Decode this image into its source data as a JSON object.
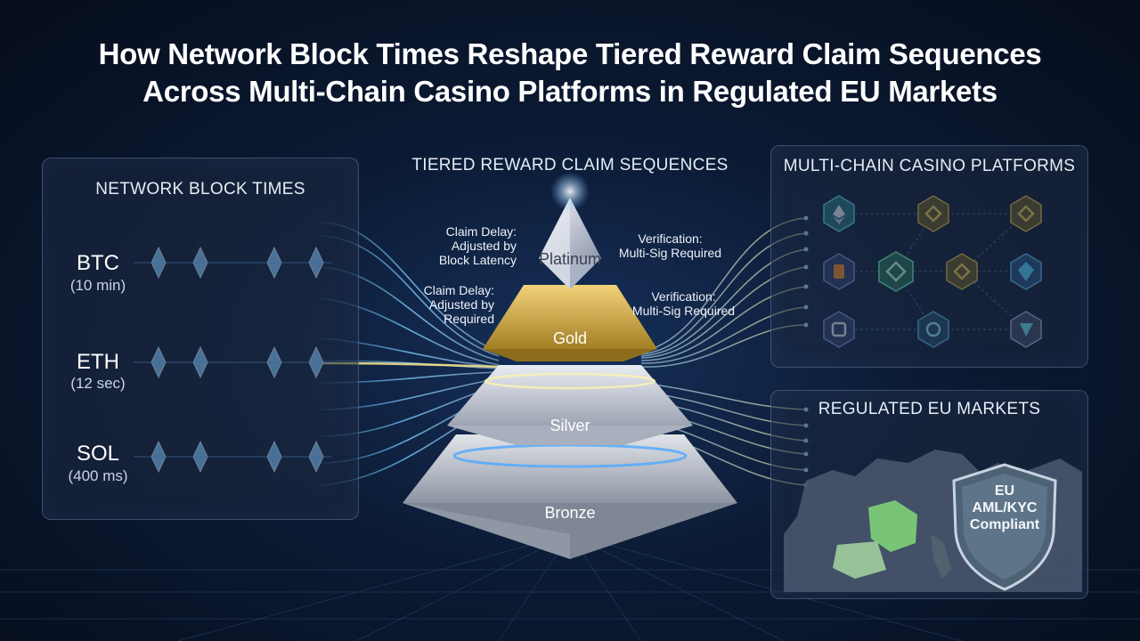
{
  "title": {
    "line1": "How Network Block Times Reshape Tiered Reward Claim Sequences",
    "line2": "Across Multi-Chain Casino Platforms in Regulated EU Markets"
  },
  "block_times": {
    "heading": "NETWORK BLOCK TIMES",
    "chains": [
      {
        "name": "BTC",
        "time": "(10 min)"
      },
      {
        "name": "ETH",
        "time": "(12 sec)"
      },
      {
        "name": "SOL",
        "time": "(400 ms)"
      }
    ]
  },
  "tiers": {
    "heading": "TIERED REWARD CLAIM SEQUENCES",
    "levels": [
      "Platinum",
      "Gold",
      "Silver",
      "Bronze"
    ],
    "notes": {
      "platinum_left": {
        "line1": "Claim Delay:",
        "line2": "Adjusted by",
        "line3": "Block Latency"
      },
      "platinum_right": {
        "line1": "Verification:",
        "line2": "Multi-Sig Required"
      },
      "gold_left": {
        "line1": "Claim Delay:",
        "line2": "Adjusted by",
        "line3": "Required"
      },
      "gold_right": {
        "line1": "Verification:",
        "line2": "Multi-Sig Required"
      }
    },
    "colors": {
      "platinum": "#c8cfe0",
      "gold": "#c9a640",
      "silver": "#b7bdc9",
      "bronze": "#9aa1ad",
      "glow": "#4fa8ff"
    }
  },
  "platforms": {
    "heading": "MULTI-CHAIN CASINO PLATFORMS",
    "icons": [
      "ethereum-icon",
      "binance-icon",
      "binance-icon",
      "bitcoin-icon",
      "binance-icon",
      "binance-icon",
      "cube-icon",
      "ring-icon",
      "chain-icon",
      "gem-icon"
    ]
  },
  "markets": {
    "heading": "REGULATED EU MARKETS",
    "shield": {
      "line1": "EU",
      "line2": "AML/KYC",
      "line3": "Compliant"
    }
  }
}
